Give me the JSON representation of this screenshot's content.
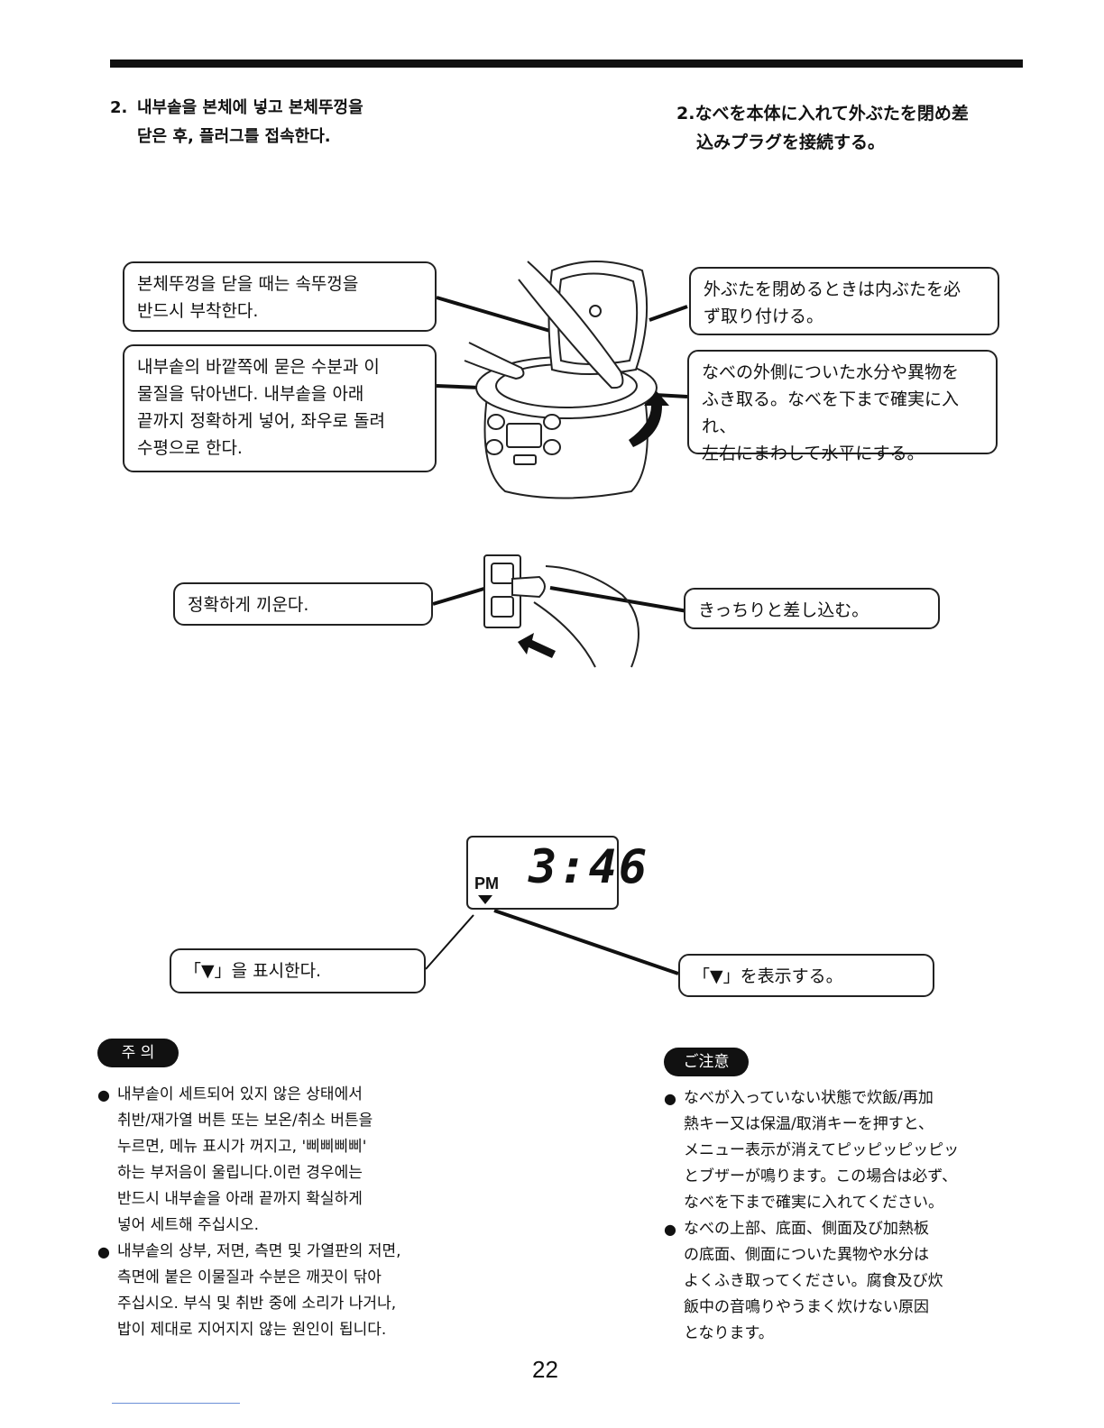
{
  "step": {
    "ko_number": "2.",
    "ko_line1": "내부솥을 본체에 넣고 본체뚜껑을",
    "ko_line2": "닫은 후, 플러그를 접속한다.",
    "ja_line1": "2.なべを本体に入れて外ぶたを閉め差",
    "ja_line2": "込みプラグを接続する。"
  },
  "callouts": {
    "ko_lid_1": "본체뚜껑을 닫을 때는 속뚜껑을",
    "ko_lid_2": "반드시 부착한다.",
    "ja_lid_1": "外ぶたを閉めるときは内ぶたを必",
    "ja_lid_2": "ず取り付ける。",
    "ko_pot_1": "내부솥의 바깥쪽에 묻은 수분과 이",
    "ko_pot_2": "물질을 닦아낸다. 내부솥을 아래",
    "ko_pot_3": "끝까지 정확하게 넣어, 좌우로 돌려",
    "ko_pot_4": "수평으로 한다.",
    "ja_pot_1": "なべの外側についた水分や異物を",
    "ja_pot_2": "ふき取る。なべを下まで確実に入れ、",
    "ja_pot_3": "左右にまわして水平にする。",
    "ko_plug": "정확하게 끼운다.",
    "ja_plug": "きっちりと差し込む。",
    "ko_display": "「▼」을 표시한다.",
    "ja_display": "「▼」を表示する。"
  },
  "display": {
    "ampm": "PM",
    "time": "3:46"
  },
  "caution": {
    "ko_badge": "주 의",
    "ja_badge": "ご注意",
    "ko_item1_lines": [
      "내부솥이 세트되어 있지 않은 상태에서",
      "취반/재가열 버튼 또는 보온/취소 버튼을",
      "누르면, 메뉴 표시가 꺼지고, '삐삐삐삐'",
      "하는 부저음이 울립니다.이런 경우에는",
      "반드시 내부솥을 아래 끝까지 확실하게",
      "넣어 세트해 주십시오."
    ],
    "ko_item2_lines": [
      "내부솥의 상부, 저면, 측면 및 가열판의 저면,",
      "측면에 붙은 이물질과 수분은 깨끗이 닦아",
      "주십시오. 부식 및 취반 중에 소리가 나거나,",
      "밥이 제대로 지어지지 않는 원인이 됩니다."
    ],
    "ja_item1_lines": [
      "なべが入っていない状態で炊飯/再加",
      "熱キー又は保温/取消キーを押すと、",
      "メニュー表示が消えてピッピッピッピッ",
      "とブザーが鳴ります。この場合は必ず、",
      "なべを下まで確実に入れてください。"
    ],
    "ja_item2_lines": [
      "なべの上部、底面、側面及び加熱板",
      "の底面、側面についた異物や水分は",
      "よくふき取ってください。腐食及び炊",
      "飯中の音鳴りやうまく炊けない原因",
      "となります。"
    ]
  },
  "page_number": "22"
}
